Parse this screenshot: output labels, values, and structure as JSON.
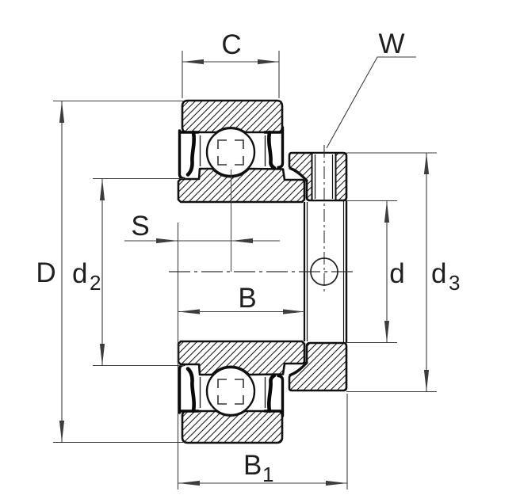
{
  "labels": {
    "C": {
      "base": "C",
      "sub": ""
    },
    "W": {
      "base": "W",
      "sub": ""
    },
    "D": {
      "base": "D",
      "sub": ""
    },
    "d2": {
      "base": "d",
      "sub": "2"
    },
    "S": {
      "base": "S",
      "sub": ""
    },
    "B": {
      "base": "B",
      "sub": ""
    },
    "d": {
      "base": "d",
      "sub": ""
    },
    "d3": {
      "base": "d",
      "sub": "3"
    },
    "B1": {
      "base": "B",
      "sub": "1"
    }
  },
  "colors": {
    "background": "#ffffff",
    "part_outline": "#111111",
    "hatch_line": "#1c1c1c",
    "dimension_line": "#3d3d3d",
    "centerline": "#333333",
    "label_text": "#1f1f1f",
    "seal": "#0a0a0a"
  }
}
